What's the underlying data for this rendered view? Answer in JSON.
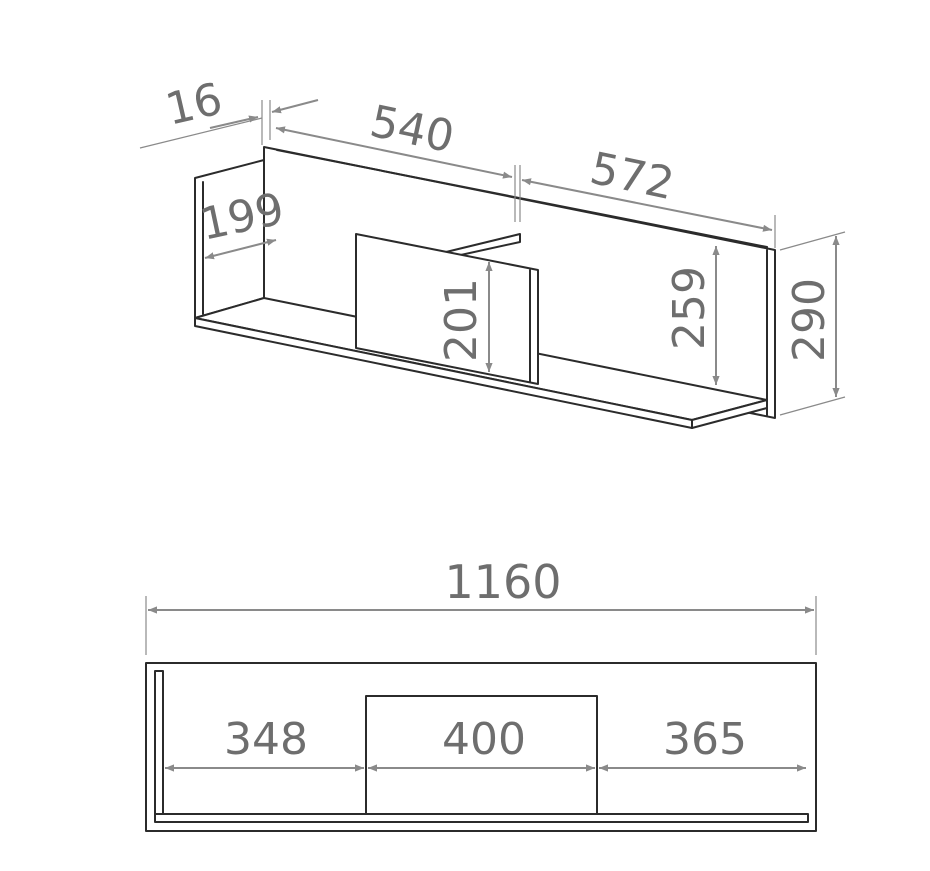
{
  "diagram": {
    "perspective_view": {
      "dimensions": {
        "thickness": "16",
        "left_width": "540",
        "right_width": "572",
        "side_depth": "199",
        "divider_height": "201",
        "inner_height": "259",
        "total_height": "290"
      }
    },
    "top_view": {
      "dimensions": {
        "total_width": "1160",
        "left_compartment": "348",
        "middle_compartment": "400",
        "right_compartment": "365"
      }
    },
    "colors": {
      "line": "#2b2b2b",
      "dimension": "#8a8a8a",
      "text": "#6e6e6e"
    }
  }
}
